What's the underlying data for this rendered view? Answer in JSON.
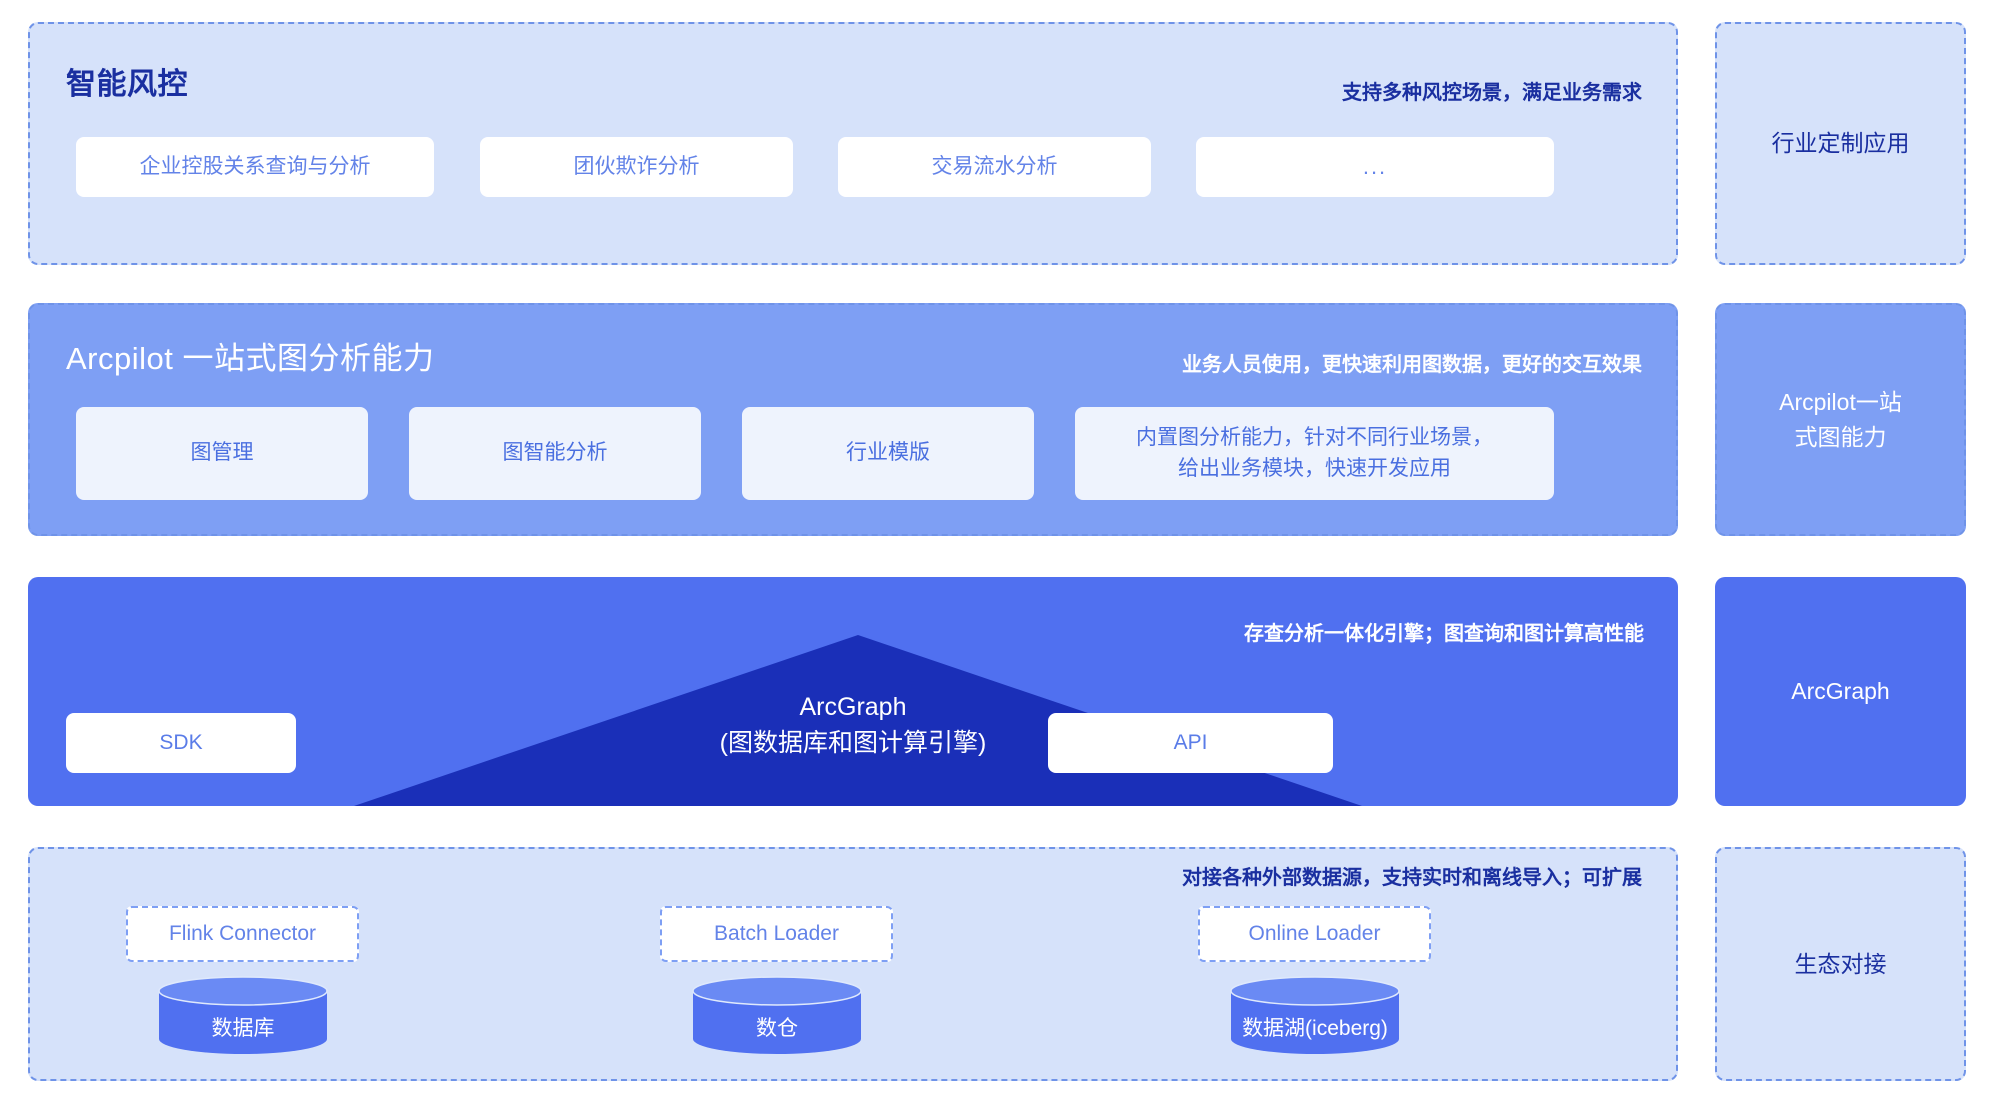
{
  "layers": [
    {
      "id": "apps",
      "title": "智能风控",
      "caption": "支持多种风控场景，满足业务需求",
      "cards": [
        {
          "label": "企业控股关系查询与分析"
        },
        {
          "label": "团伙欺诈分析"
        },
        {
          "label": "交易流水分析"
        },
        {
          "label": "..."
        }
      ]
    },
    {
      "id": "arcpilot",
      "title": "Arcpilot 一站式图分析能力",
      "caption": "业务人员使用，更快速利用图数据，更好的交互效果",
      "cards": [
        {
          "label": "图管理"
        },
        {
          "label": "图智能分析"
        },
        {
          "label": "行业模版"
        },
        {
          "label": "内置图分析能力，针对不同行业场景，\n给出业务模块，快速开发应用"
        }
      ]
    },
    {
      "id": "arcgraph",
      "caption": "存查分析一体化引擎；图查询和图计算高性能",
      "center_title": "ArcGraph",
      "center_subtitle": "(图数据库和图计算引擎)",
      "cards": [
        {
          "label": "SDK"
        },
        {
          "label": "API"
        }
      ]
    },
    {
      "id": "eco",
      "caption": "对接各种外部数据源，支持实时和离线导入；可扩展",
      "connectors": [
        {
          "label": "Flink Connector",
          "store": "数据库"
        },
        {
          "label": "Batch Loader",
          "store": "数仓"
        },
        {
          "label": "Online Loader",
          "store": "数据湖(iceberg)"
        }
      ]
    }
  ],
  "sidebar": {
    "items": [
      {
        "label": "行业定制应用"
      },
      {
        "label": "Arcpilot一站\n式图能力"
      },
      {
        "label": "ArcGraph"
      },
      {
        "label": "生态对接"
      }
    ]
  },
  "colors": {
    "pale_blue": "#d6e2fa",
    "mid_blue": "#7e9ff4",
    "strong_blue": "#5070f0",
    "deep_blue": "#1a2fa0",
    "triangle": "#1a2fb8",
    "card_pale": "#eef3fd",
    "text_blue": "#6383e8",
    "white": "#ffffff"
  }
}
